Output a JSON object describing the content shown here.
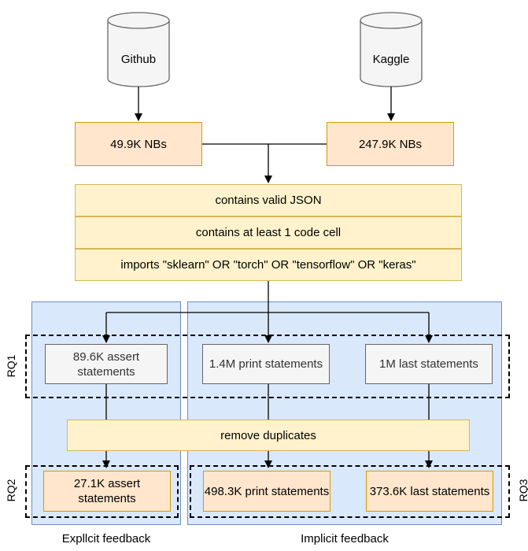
{
  "sources": {
    "github": "Github",
    "kaggle": "Kaggle"
  },
  "counts": {
    "github_nbs": "49.9K NBs",
    "kaggle_nbs": "247.9K NBs"
  },
  "filters": [
    "contains valid JSON",
    "contains at least 1 code cell",
    "imports \"sklearn\" OR \"torch\" OR \"tensorflow\" OR \"keras\""
  ],
  "rq_labels": {
    "rq1": "RQ1",
    "rq2": "RQ2",
    "rq3": "RQ3"
  },
  "statements": {
    "assert": "89.6K assert statements",
    "print": "1.4M print statements",
    "last": "1M last statements"
  },
  "dedup": "remove duplicates",
  "deduped": {
    "assert": "27.1K assert statements",
    "print": "498.3K print statements",
    "last": "373.6K last statements"
  },
  "captions": {
    "explicit": "Expllcit feedback",
    "implicit": "Implicit feedback"
  }
}
